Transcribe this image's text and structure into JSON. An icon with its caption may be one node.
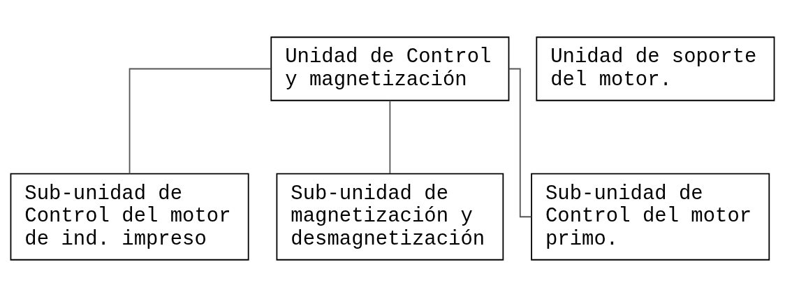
{
  "diagram": {
    "nodes": [
      {
        "text": [
          "Unidad de Control y magnetización"
        ]
      },
      {
        "text": [
          "Unidad de soporte del motor."
        ]
      },
      {
        "text": [
          "Sub-unidad de Control del motor de ind. impreso"
        ]
      },
      {
        "text": [
          "Sub-unidad de magnetización y desmagnetización"
        ]
      },
      {
        "text": [
          "Sub-unidad de Control del motor primo."
        ]
      }
    ],
    "edges": [
      {
        "from": 0,
        "to": 2,
        "arrow": "none"
      },
      {
        "from": 0,
        "to": 3,
        "arrow": "none"
      },
      {
        "from": 0,
        "to": 4,
        "arrow": "none"
      }
    ]
  }
}
